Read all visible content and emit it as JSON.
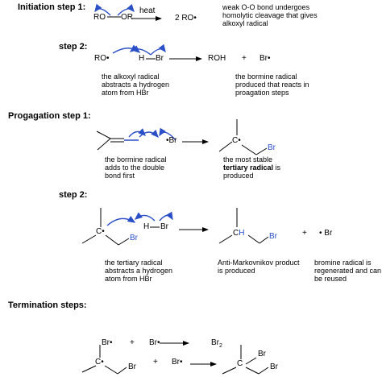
{
  "colors": {
    "accent": "#2b4fc7",
    "text": "#000000"
  },
  "headers": {
    "init1": "Initiation step 1:",
    "init2": "step 2:",
    "prop1": "Progagation step 1:",
    "prop2": "step 2:",
    "term": "Termination steps:"
  },
  "init1": {
    "ro_left": "RO",
    "ro_right": "OR",
    "condition": "heat",
    "product": "2 RO•",
    "note": "weak O-O bond undergoes homolytic cleavage that gives alkoxyl radical"
  },
  "init2": {
    "ro": "RO•",
    "h": "H",
    "br": "Br",
    "roh": "ROH",
    "plus": "+",
    "br_rad": "Br•",
    "note_left": "the alkoxyl radical abstracts a hydrogen atom from HBr",
    "note_right": "the bormine radical produced that reacts in proagation steps"
  },
  "prop1": {
    "br_rad": "•Br",
    "c_rad": "C•",
    "br": "Br",
    "note_left": "the bormine radical adds to the double bond first",
    "note_right_pre": "the most stable",
    "note_right_bold": "tertiary radical",
    "note_right_post": "is produced"
  },
  "prop2": {
    "c_rad": "C•",
    "br_blue": "Br",
    "h": "H",
    "br": "Br",
    "prod_c": "C",
    "prod_h": "H",
    "prod_br": "Br",
    "plus": "+",
    "br_rad": "• Br",
    "note_left": "the tertiary radical abstracts a hydrogen atom from HBr",
    "note_mid": "Anti-Markovnikov product is produced",
    "note_right": "bromine radical is regenerated and can be reused"
  },
  "term": {
    "br1": "Br•",
    "plus1": "+",
    "br2": "Br•",
    "prod1_text": "Br",
    "prod1_sub": "2",
    "c_rad": "C•",
    "br_c": "Br",
    "plus2": "+",
    "br3": "Br•",
    "prod_c": "C",
    "prod_br1": "Br",
    "prod_br2": "Br"
  }
}
